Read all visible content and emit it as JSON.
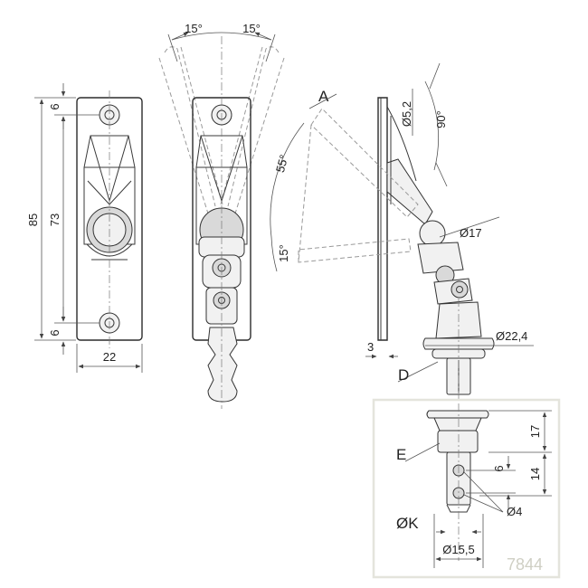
{
  "front_view": {
    "dim_total_height": "85",
    "dim_hole_spacing": "73",
    "dim_top_offset": "6",
    "dim_bottom_offset": "6",
    "dim_width": "22"
  },
  "swing_view": {
    "angle_left": "15°",
    "angle_right": "15°"
  },
  "side_view": {
    "angle_range": "55°",
    "angle_low": "15°",
    "angle_right": "90°",
    "hole_diameter": "Ø5,2",
    "pivot_diameter": "Ø17",
    "body_diameter": "Ø22,4",
    "plate_thickness": "3",
    "label_a": "A",
    "label_d": "D"
  },
  "detail_view": {
    "label_e": "E",
    "dim_head": "17",
    "dim_length": "14",
    "dim_spacing": "6",
    "hole_diameter": "Ø4",
    "shaft_diameter": "ØK",
    "base_diameter": "Ø15,5"
  },
  "product_code": "7844"
}
